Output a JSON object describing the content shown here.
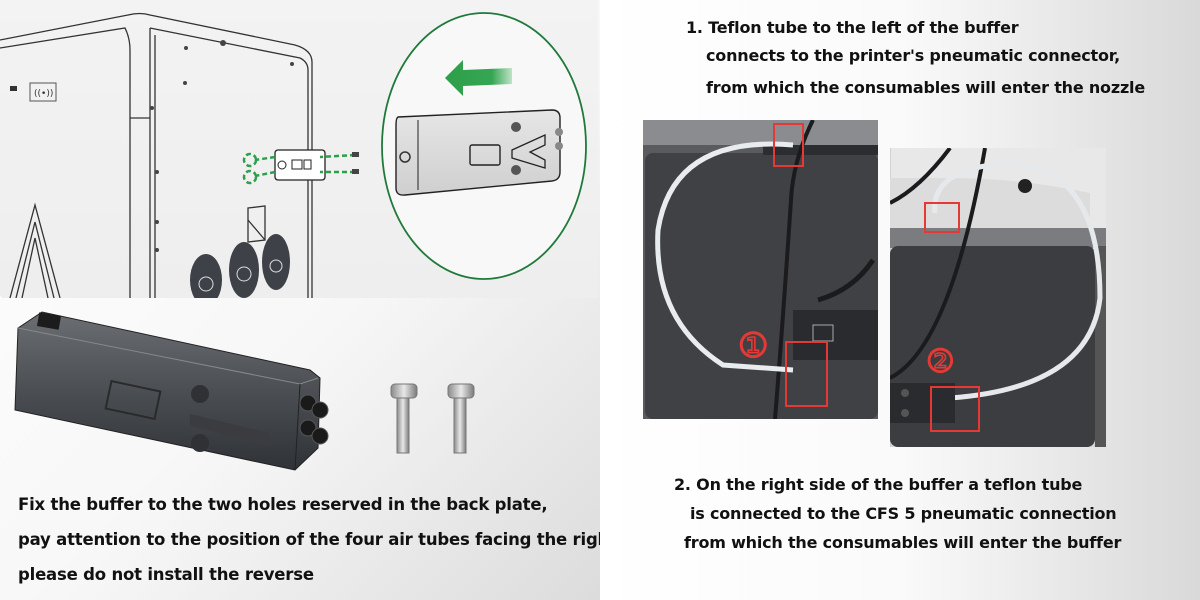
{
  "left_panel": {
    "diagram": {
      "subject": "printer-back-plate-installation-diagram",
      "callout": "buffer-closeup-with-left-arrow",
      "accent_color": "#1f7a3a",
      "arrow_color": "#2e9e4a"
    },
    "product": {
      "items": [
        "buffer-unit",
        "screw",
        "screw"
      ]
    },
    "caption": {
      "lines": [
        "Fix the buffer to the two holes reserved in the back plate,",
        "pay attention to the position of the four air tubes facing the right;",
        "please do not install the reverse"
      ]
    }
  },
  "right_panel": {
    "step1": {
      "lines": [
        "1. Teflon tube to the left of the buffer",
        "connects to the printer's pneumatic connector,",
        "from which the consumables will enter the nozzle"
      ]
    },
    "photos": [
      {
        "marker": "①",
        "highlight_color": "#e53935"
      },
      {
        "marker": "②",
        "highlight_color": "#e53935"
      }
    ],
    "step2": {
      "lines": [
        "2. On the right side of the buffer a teflon tube",
        "is connected to the CFS 5 pneumatic connection",
        "from which the consumables will enter the buffer"
      ]
    }
  }
}
